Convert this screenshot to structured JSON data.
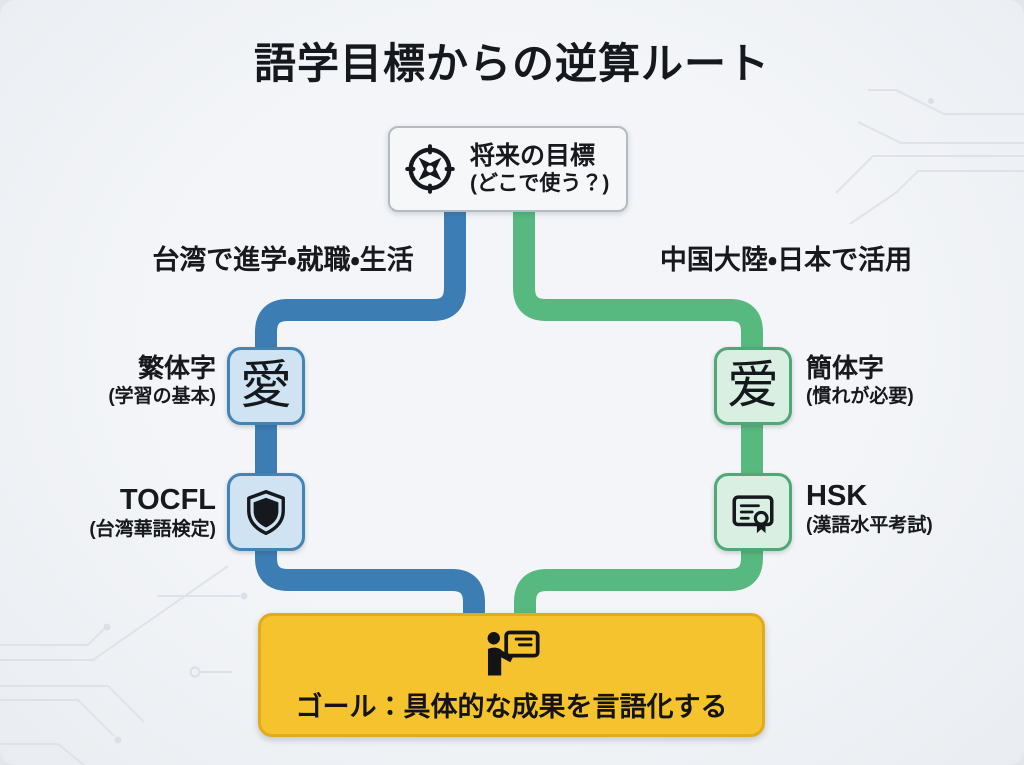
{
  "title": "語学目標からの逆算ルート",
  "colors": {
    "blue_route": "#3c7db4",
    "green_route": "#57b97f",
    "blue_node_bg": "#cfe3f3",
    "green_node_bg": "#d9efe1",
    "goal_bg": "#f5c32e",
    "goal_border": "#e2ab1b",
    "text": "#17191d"
  },
  "top_node": {
    "icon": "compass-icon",
    "label": "将来の目標",
    "sublabel": "(どこで使う？)"
  },
  "branches": {
    "left": {
      "path_label": "台湾で進学・就職・生活",
      "script_char": "愛",
      "script_label": "繁体字",
      "script_sublabel": "(学習の基本)",
      "test_name": "TOCFL",
      "test_sublabel": "(台湾華語検定)",
      "test_icon": "shield-icon",
      "color": "#3c7db4"
    },
    "right": {
      "path_label": "中国大陸・日本で活用",
      "script_char": "爱",
      "script_label": "簡体字",
      "script_sublabel": "(慣れが必要)",
      "test_name": "HSK",
      "test_sublabel": "(漢語水平考試)",
      "test_icon": "certificate-icon",
      "color": "#57b97f"
    }
  },
  "goal": {
    "icon": "presenter-icon",
    "label": "ゴール：具体的な成果を言語化する"
  }
}
